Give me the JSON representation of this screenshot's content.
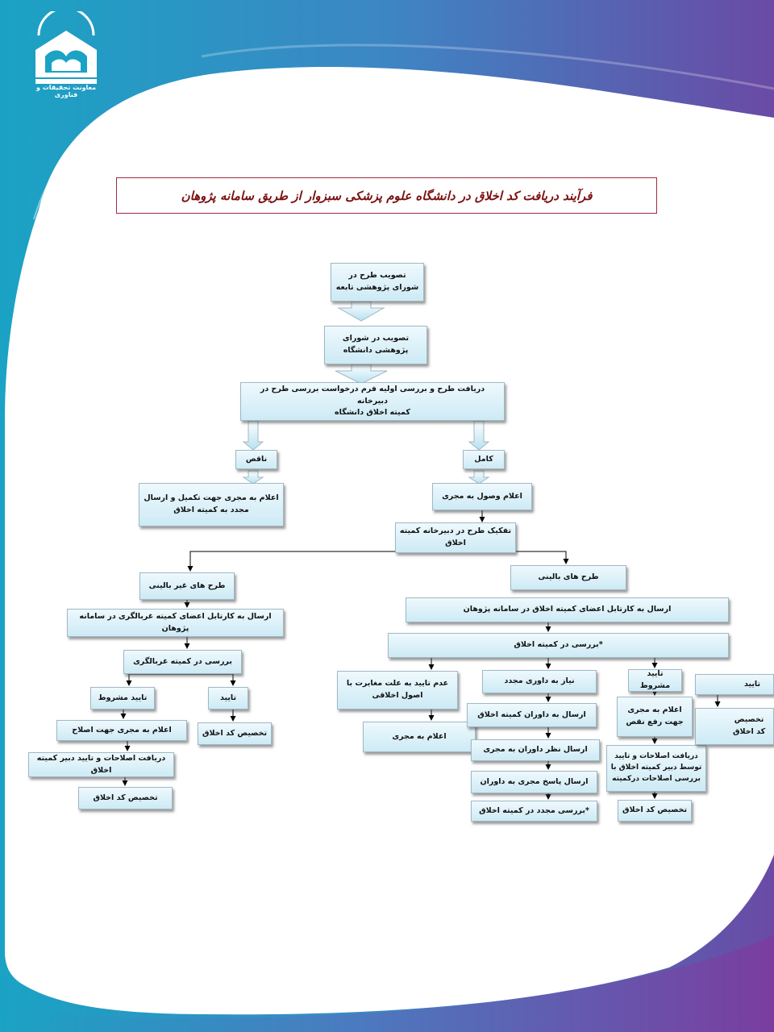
{
  "header": {
    "logo_text": "معاونت تحقیقات و فناوری",
    "title": "فرآیند دریافت کد اخلاق در دانشگاه علوم پزشکی سبزوار از طریق سامانه پژوهان"
  },
  "colors": {
    "cyan": "#1aa3c4",
    "purple": "#6a4aa5",
    "box_top": "#eef9fd",
    "box_bottom": "#cdeaf5",
    "title_border": "#9e2a42",
    "title_text": "#7a1010"
  },
  "flow": {
    "approve_sub": "تصویب طرح در\nشورای پژوهشی تابعه",
    "approve_univ": "تصویب در شورای\nپژوهشی دانشگاه",
    "receive": "دریافت طرح و بررسی اولیه فرم درخواست بررسی طرح در دبیرخانه\nکمیته اخلاق دانشگاه",
    "incomplete": "ناقص",
    "complete": "کامل",
    "notify_complete": "اعلام به مجری جهت تکمیل و ارسال\nمجدد به کمیته اخلاق",
    "notify_receipt": "اعلام وصول به مجری",
    "separate": "تفکیک طرح در دبیرخانه کمیته اخلاق",
    "nonclinical": {
      "title": "طرح های غیر بالینی",
      "send": "ارسال به کارتابل اعضای کمیته غربالگری در سامانه پژوهان",
      "review": "بررسی در کمیته غربالگری",
      "cond": "تایید مشروط",
      "approve": "تایید",
      "notify_fix": "اعلام به مجری جهت اصلاح",
      "receive_fix": "دریافت اصلاحات و تایید دبیر کمیته اخلاق",
      "assign_a": "تخصیص کد اخلاق",
      "assign_b": "تخصیص کد اخلاق"
    },
    "clinical": {
      "title": "طرح های بالینی",
      "send": "ارسال به کارتابل اعضای کمیته اخلاق در سامانه پژوهان",
      "review": "*بررسی در کمیته اخلاق",
      "reject": "عدم تایید به علت مغایرت با\nاصول اخلاقی",
      "reject_notify": "اعلام به مجری",
      "referee": "نیاز به داوری مجدد",
      "send_referees": "ارسال به داوران کمیته اخلاق",
      "send_opinion": "ارسال نظر داوران به مجری",
      "send_reply": "ارسال پاسخ مجری به داوران",
      "re_review": "*بررسی مجدد در کمیته اخلاق",
      "cond": "تایید مشروط",
      "cond_notify": "اعلام به مجری\nجهت رفع نقص",
      "cond_receive": "دریافت اصلاحات و تایید\nتوسط دبیر کمیته اخلاق با\nبررسی اصلاحات درکمیته",
      "cond_assign": "تخصیص کد اخلاق",
      "approve": "تایید",
      "approve_assign": "تخصیص\nکد اخلاق"
    }
  }
}
